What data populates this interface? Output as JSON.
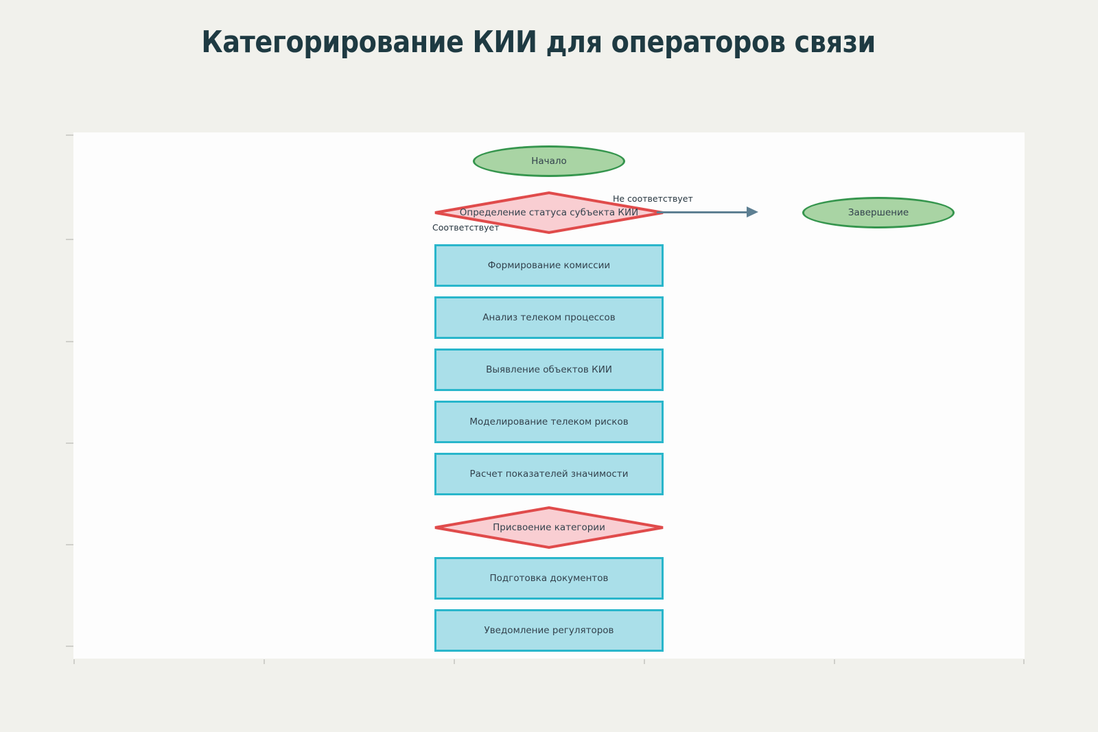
{
  "title": "Категорирование КИИ для операторов связи",
  "flowchart": {
    "start": {
      "label": "Начало"
    },
    "status_decision": {
      "label": "Определение статуса субъекта КИИ",
      "no_branch_label": "Не соответствует",
      "yes_branch_label": "Соответствует"
    },
    "finish": {
      "label": "Завершение"
    },
    "process_steps": [
      {
        "label": "Формирование комиссии"
      },
      {
        "label": "Анализ телеком процессов"
      },
      {
        "label": "Выявление объектов КИИ"
      },
      {
        "label": "Моделирование телеком рисков"
      },
      {
        "label": "Расчет показателей значимости"
      }
    ],
    "category_decision": {
      "label": "Присвоение категории"
    },
    "closing_steps": [
      {
        "label": "Подготовка документов"
      },
      {
        "label": "Уведомление регуляторов"
      }
    ]
  },
  "colors": {
    "page_background": "#f1f1ec",
    "canvas_background": "#fdfdfd",
    "title_text": "#1e3a42",
    "terminator_fill": "#a9d4a4",
    "terminator_border": "#35954d",
    "decision_fill": "#f9ced2",
    "decision_border": "#e04b4b",
    "process_fill": "#aadfe9",
    "process_border": "#29b6cb",
    "arrow": "#5d7f92",
    "node_text": "#33424d"
  }
}
